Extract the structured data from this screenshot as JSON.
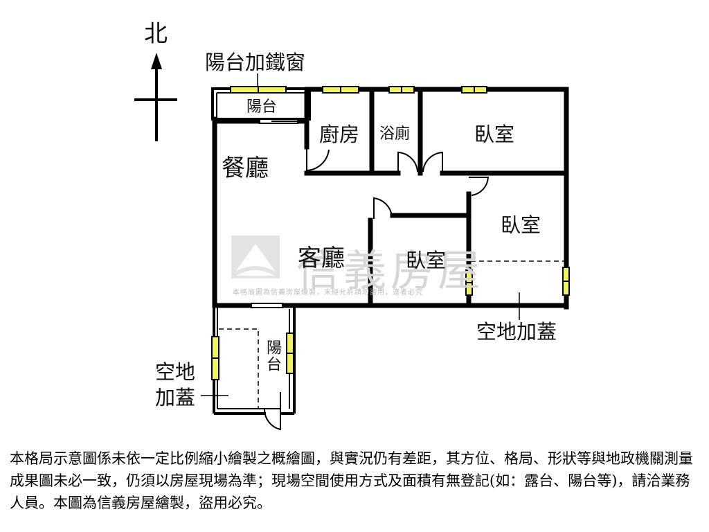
{
  "compass": {
    "north_label": "北"
  },
  "rooms": {
    "balcony_iron_window": "陽台加鐵窗",
    "balcony_top": "陽台",
    "kitchen": "廚房",
    "bathroom": "浴廁",
    "bedroom_top_right": "臥室",
    "dining_room": "餐廳",
    "bedroom_right": "臥室",
    "living_room": "客廳",
    "bedroom_middle": "臥室",
    "covered_open_space_right": "空地加蓋",
    "balcony_bottom": "陽台",
    "covered_open_space_left_line1": "空地",
    "covered_open_space_left_line2": "加蓋"
  },
  "watermark": {
    "brand": "信義房屋",
    "fine_print": "本格局圖為信義房屋繪製，未經允許請勿盜用，違者必究"
  },
  "colors": {
    "wall": "#000000",
    "window": "#f2f25a",
    "watermark": "#d6d6d6"
  },
  "disclaimer": "本格局示意圖係未依一定比例縮小繪製之概繪圖，與實況仍有差距，其方位、格局、形狀等與地政機關測量成果圖未必一致，仍須以房屋現場為準；現場空間使用方式及面積有無登記(如：露台、陽台等)，請洽業務人員。本圖為信義房屋繪製，盜用必究。"
}
